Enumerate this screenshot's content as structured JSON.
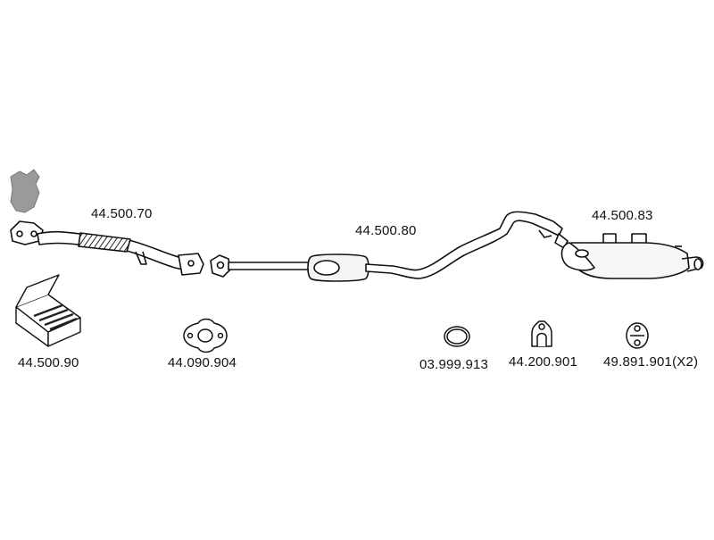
{
  "diagram": {
    "parts": [
      {
        "id": "front-pipe",
        "part_number": "44.500.70"
      },
      {
        "id": "center-silencer",
        "part_number": "44.500.80"
      },
      {
        "id": "rear-silencer",
        "part_number": "44.500.83"
      },
      {
        "id": "mounting-kit",
        "part_number": "44.500.90"
      },
      {
        "id": "flange-gasket",
        "part_number": "44.090.904"
      },
      {
        "id": "sealing-ring",
        "part_number": "03.999.913"
      },
      {
        "id": "rubber-mount",
        "part_number": "44.200.901"
      },
      {
        "id": "rubber-hanger",
        "part_number": "49.891.901(X2)"
      }
    ]
  }
}
